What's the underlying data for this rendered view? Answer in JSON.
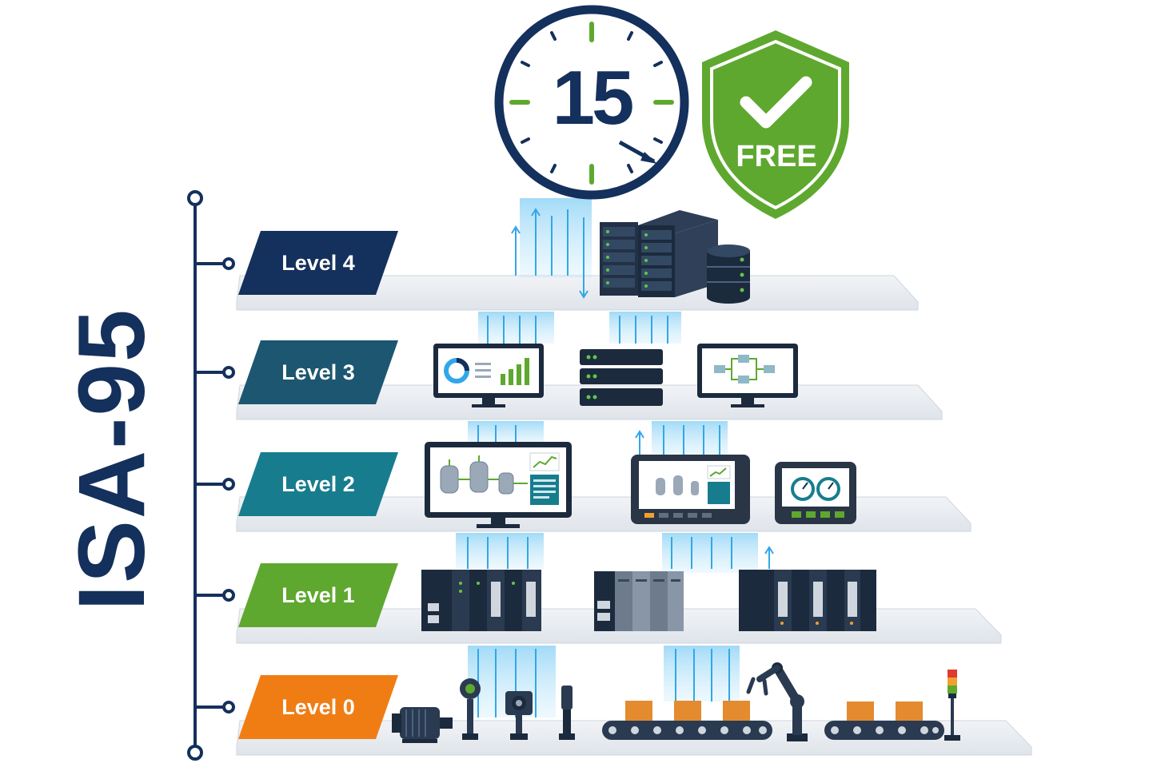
{
  "diagram": {
    "standard_title": "ISA-95",
    "timer_value": "15",
    "badge_text": "FREE",
    "levels": [
      {
        "label": "Level 4",
        "color": "#14305c"
      },
      {
        "label": "Level 3",
        "color": "#1d5670"
      },
      {
        "label": "Level 2",
        "color": "#177d8e"
      },
      {
        "label": "Level 1",
        "color": "#5ea82f"
      },
      {
        "label": "Level 0",
        "color": "#f07d14"
      }
    ],
    "colors": {
      "navy": "#14305c",
      "green": "#5ea82f",
      "flow_blue": "#32a7e8",
      "shelf": "#e9edf1"
    },
    "icons": [
      "clock-icon",
      "shield-check-icon",
      "server-rack-icon",
      "database-icon",
      "monitor-dashboard-icon",
      "server-unit-icon",
      "monitor-flowchart-icon",
      "scada-screen-icon",
      "hmi-panel-icon",
      "gauge-panel-icon",
      "plc-rack-icon",
      "motor-icon",
      "sensor-icon",
      "camera-icon",
      "conveyor-icon",
      "robot-arm-icon",
      "signal-tower-icon"
    ]
  }
}
